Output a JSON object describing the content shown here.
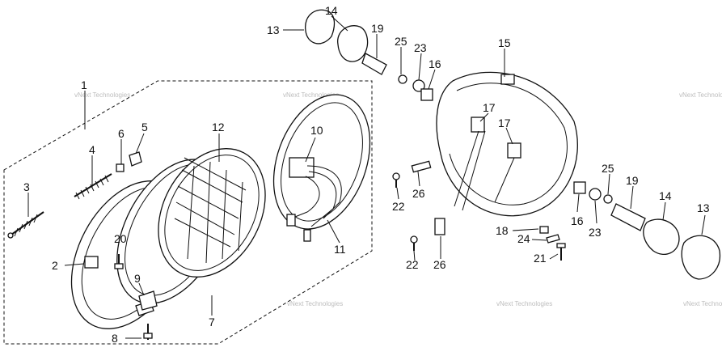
{
  "watermark": "vNext Technologies",
  "parts": [
    {
      "id": "p1",
      "label": "1"
    },
    {
      "id": "p2",
      "label": "2"
    },
    {
      "id": "p3",
      "label": "3"
    },
    {
      "id": "p4",
      "label": "4"
    },
    {
      "id": "p5",
      "label": "5"
    },
    {
      "id": "p6",
      "label": "6"
    },
    {
      "id": "p7",
      "label": "7"
    },
    {
      "id": "p8",
      "label": "8"
    },
    {
      "id": "p9",
      "label": "9"
    },
    {
      "id": "p10",
      "label": "10"
    },
    {
      "id": "p11",
      "label": "11"
    },
    {
      "id": "p12",
      "label": "12"
    },
    {
      "id": "p13a",
      "label": "13"
    },
    {
      "id": "p13b",
      "label": "13"
    },
    {
      "id": "p14a",
      "label": "14"
    },
    {
      "id": "p14b",
      "label": "14"
    },
    {
      "id": "p15",
      "label": "15"
    },
    {
      "id": "p16a",
      "label": "16"
    },
    {
      "id": "p16b",
      "label": "16"
    },
    {
      "id": "p17a",
      "label": "17"
    },
    {
      "id": "p17b",
      "label": "17"
    },
    {
      "id": "p18",
      "label": "18"
    },
    {
      "id": "p19a",
      "label": "19"
    },
    {
      "id": "p19b",
      "label": "19"
    },
    {
      "id": "p20",
      "label": "20"
    },
    {
      "id": "p21",
      "label": "21"
    },
    {
      "id": "p22a",
      "label": "22"
    },
    {
      "id": "p22b",
      "label": "22"
    },
    {
      "id": "p23a",
      "label": "23"
    },
    {
      "id": "p23b",
      "label": "23"
    },
    {
      "id": "p24",
      "label": "24"
    },
    {
      "id": "p25a",
      "label": "25"
    },
    {
      "id": "p25b",
      "label": "25"
    },
    {
      "id": "p26a",
      "label": "26"
    },
    {
      "id": "p26b",
      "label": "26"
    }
  ]
}
